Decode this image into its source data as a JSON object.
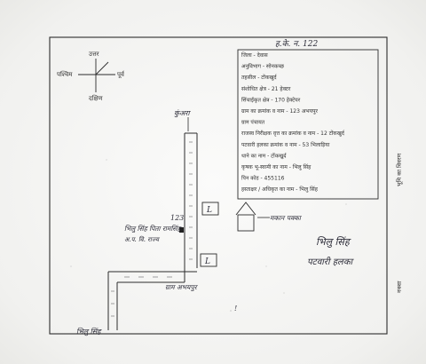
{
  "header": {
    "ref_number": "ह.के. न. 122"
  },
  "compass": {
    "north": "उत्तर",
    "south": "दक्षिण",
    "east": "पूर्व",
    "west": "पश्चिम"
  },
  "legend": {
    "rows": [
      {
        "label": "जिला",
        "value": "देवास"
      },
      {
        "label": "अनुविभाग",
        "value": "सोनकच्छ"
      },
      {
        "label": "तहसील",
        "value": "टोंकखुर्द"
      },
      {
        "label": "संशोधित क्षेत्र",
        "value": "21 हेक्टर"
      },
      {
        "label": "सिंचाईकृत क्षेत्र",
        "value": "170 हेक्टेयर"
      },
      {
        "label": "ग्राम का क्रमांक व नाम",
        "value": "123 अभयपुर"
      },
      {
        "label": "ग्राम पंचायत",
        "value": ""
      },
      {
        "label": "राजस्व निरीक्षक वृत्त का क्रमांक व नाम",
        "value": "12 टोंकखुर्द"
      },
      {
        "label": "पटवारी हलका क्रमांक व नाम",
        "value": "53 भिलाड़िया"
      },
      {
        "label": "थाने का नाम",
        "value": "टोंकखुर्द"
      },
      {
        "label": "कृषक भू-स्वामी का नाम",
        "value": "भिलु सिंह"
      },
      {
        "label": "पिन कोड",
        "value": "455116"
      },
      {
        "label": "हस्ताक्षर / अधिकृत का नाम",
        "value": "भिलु सिंह"
      }
    ]
  },
  "map": {
    "top_label": "कुंअरा",
    "survey_number": "123",
    "plot_owner": "भिलु सिंह पिता रामसिंह",
    "plot_sub": "अ.प. वि. राज्य",
    "bottom_road_label": "ग्राम अभयपुर",
    "house_label": "मकान पक्का",
    "corner_label": "भिलु सिंह",
    "box_letter_1": "L",
    "box_letter_2": "L"
  },
  "signature": {
    "line1": "भिलु सिंह",
    "line2": "पटवारी हलका"
  },
  "side": {
    "right_vertical": "भूमि का विवरण",
    "right_vertical_2": "नक्शा"
  }
}
